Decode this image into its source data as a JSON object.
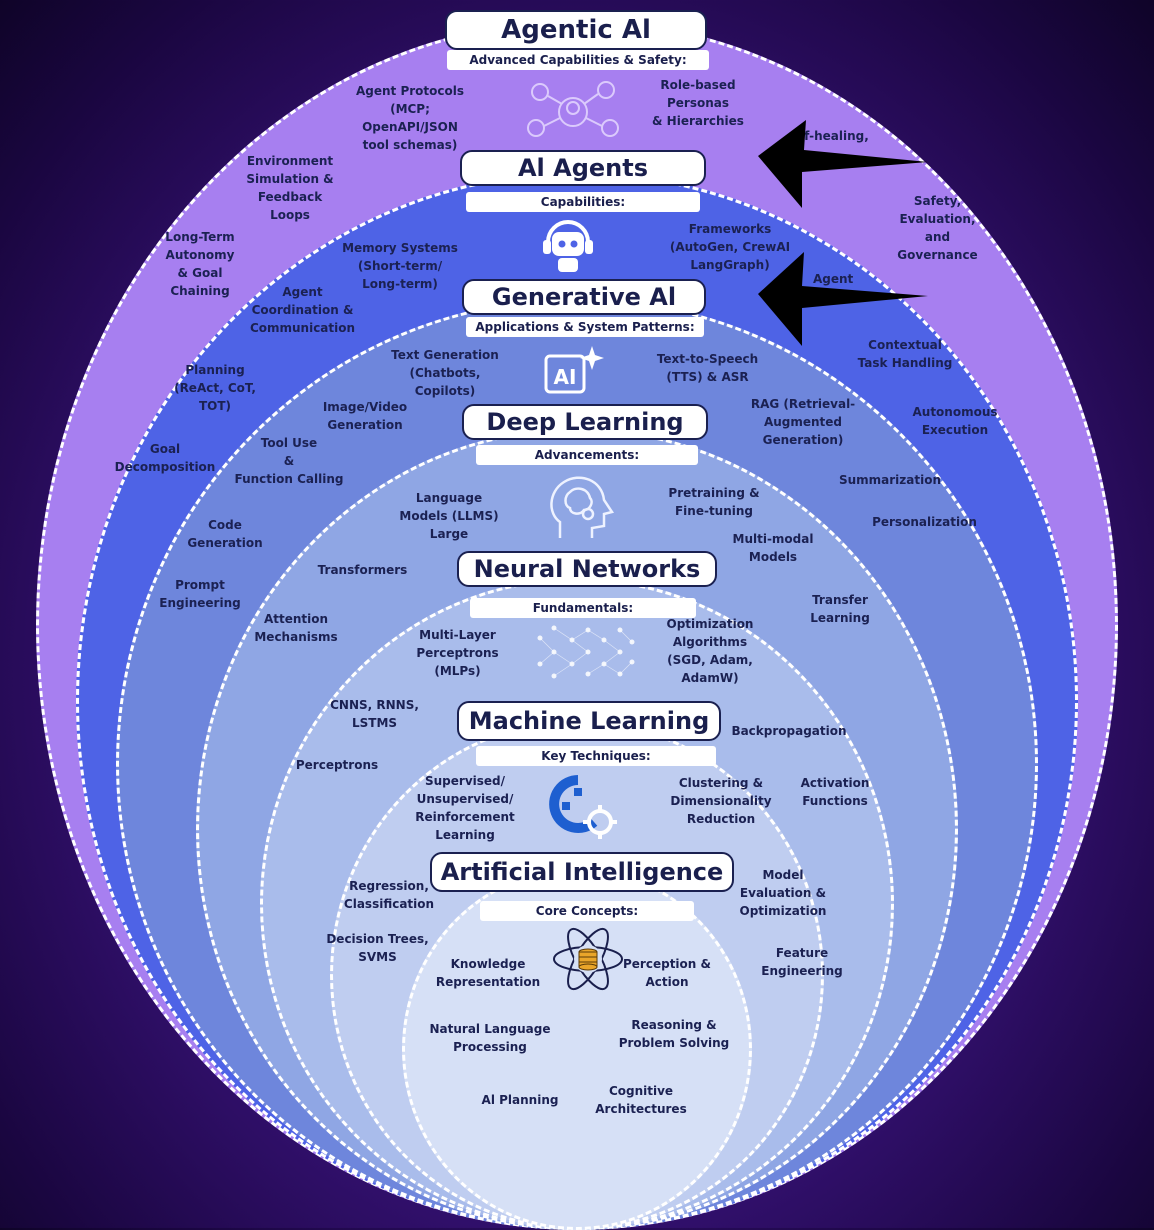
{
  "layers": {
    "agentic": {
      "title": "Agentic Al",
      "subtitle": "Advanced Capabilities & Safety:",
      "items": [
        "Agent Protocols\n(MCP;\nOpenAPI/JSON\ntool schemas)",
        "Role-based\nPersonas\n& Hierarchies",
        "lf-healing,",
        "Environment\nSimulation &\nFeedback\nLoops",
        "Safety,\nEvaluation,\nand\nGovernance",
        "Long-Term\nAutonomy\n& Goal\nChaining"
      ]
    },
    "agents": {
      "title": "Al Agents",
      "subtitle": "Capabilities:",
      "items": [
        "Frameworks\n(AutoGen, CrewAI\nLangGraph)",
        "Memory Systems\n(Short-term/\nLong-term)",
        "Agent\nCoordination &\nCommunication",
        "Planning\n(ReAct, CoT,\nTOT)",
        "Contextual\nTask Handling",
        "Autonomous\nExecution",
        "Goal\nDecomposition",
        "Tool Use\n&\nFunction Calling",
        "Code\nGeneration",
        "Prompt\nEngineering",
        "Agent"
      ]
    },
    "genai": {
      "title": "Generative Al",
      "subtitle": "Applications & System Patterns:",
      "items": [
        "Text Generation\n(Chatbots,\nCopilots)",
        "Text-to-Speech\n(TTS) & ASR",
        "Image/Video\nGeneration",
        "RAG (Retrieval-\nAugmented\nGeneration)",
        "Summarization",
        "Personalization",
        "Transfer\nLearning"
      ]
    },
    "deep": {
      "title": "Deep Learning",
      "subtitle": "Advancements:",
      "items": [
        "Language\nModels (LLMS)\nLarge",
        "Pretraining &\nFine-tuning",
        "Multi-modal\nModels",
        "Transformers",
        "Attention\nMechanisms",
        "CNNS, RNNS,\nLSTMS",
        "Perceptrons",
        "Backpropagation",
        "Activation\nFunctions"
      ]
    },
    "nn": {
      "title": "Neural Networks",
      "subtitle": "Fundamentals:",
      "items": [
        "Multi-Layer\nPerceptrons\n(MLPs)",
        "Optimization\nAlgorithms\n(SGD, Adam,\nAdamW)",
        "Regression,\nClassification",
        "Decision Trees,\nSVMS",
        "Model\nEvaluation &\nOptimization",
        "Feature\nEngineering"
      ]
    },
    "ml": {
      "title": "Machine Learning",
      "subtitle": "Key Techniques:",
      "items": [
        "Supervised/\nUnsupervised/\nReinforcement\nLearning",
        "Clustering &\nDimensionality\nReduction"
      ]
    },
    "ai": {
      "title": "Artificial Intelligence",
      "subtitle": "Core Concepts:",
      "items": [
        "Knowledge\nRepresentation",
        "Perception &\nAction",
        "Natural Language\nProcessing",
        "Reasoning &\nProblem Solving",
        "Al Planning",
        "Cognitive\nArchitectures"
      ]
    }
  }
}
